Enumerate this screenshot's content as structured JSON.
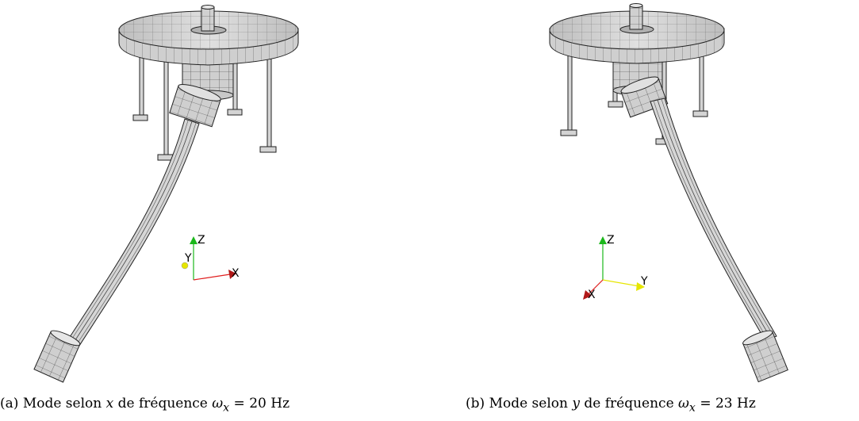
{
  "figure": {
    "panels": [
      {
        "id": "a",
        "tag": "(a)",
        "caption_pre": "Mode selon",
        "axis_var": "x",
        "caption_mid": "de fréquence",
        "omega": "ω",
        "omega_sub": "x",
        "equals": "=",
        "value": "20",
        "unit": "Hz",
        "triad": {
          "labels": [
            "Z",
            "Y",
            "X"
          ]
        }
      },
      {
        "id": "b",
        "tag": "(b)",
        "caption_pre": "Mode selon",
        "axis_var": "y",
        "caption_mid": "de fréquence",
        "omega": "ω",
        "omega_sub": "x",
        "equals": "=",
        "value": "23",
        "unit": "Hz",
        "triad": {
          "labels": [
            "Z",
            "Y",
            "X"
          ]
        }
      }
    ],
    "colors": {
      "axis_x": "#e01e1e",
      "axis_y": "#e6e600",
      "axis_z": "#1bb81b",
      "mesh_fill": "#d9d9d9",
      "mesh_line": "#222222"
    }
  }
}
